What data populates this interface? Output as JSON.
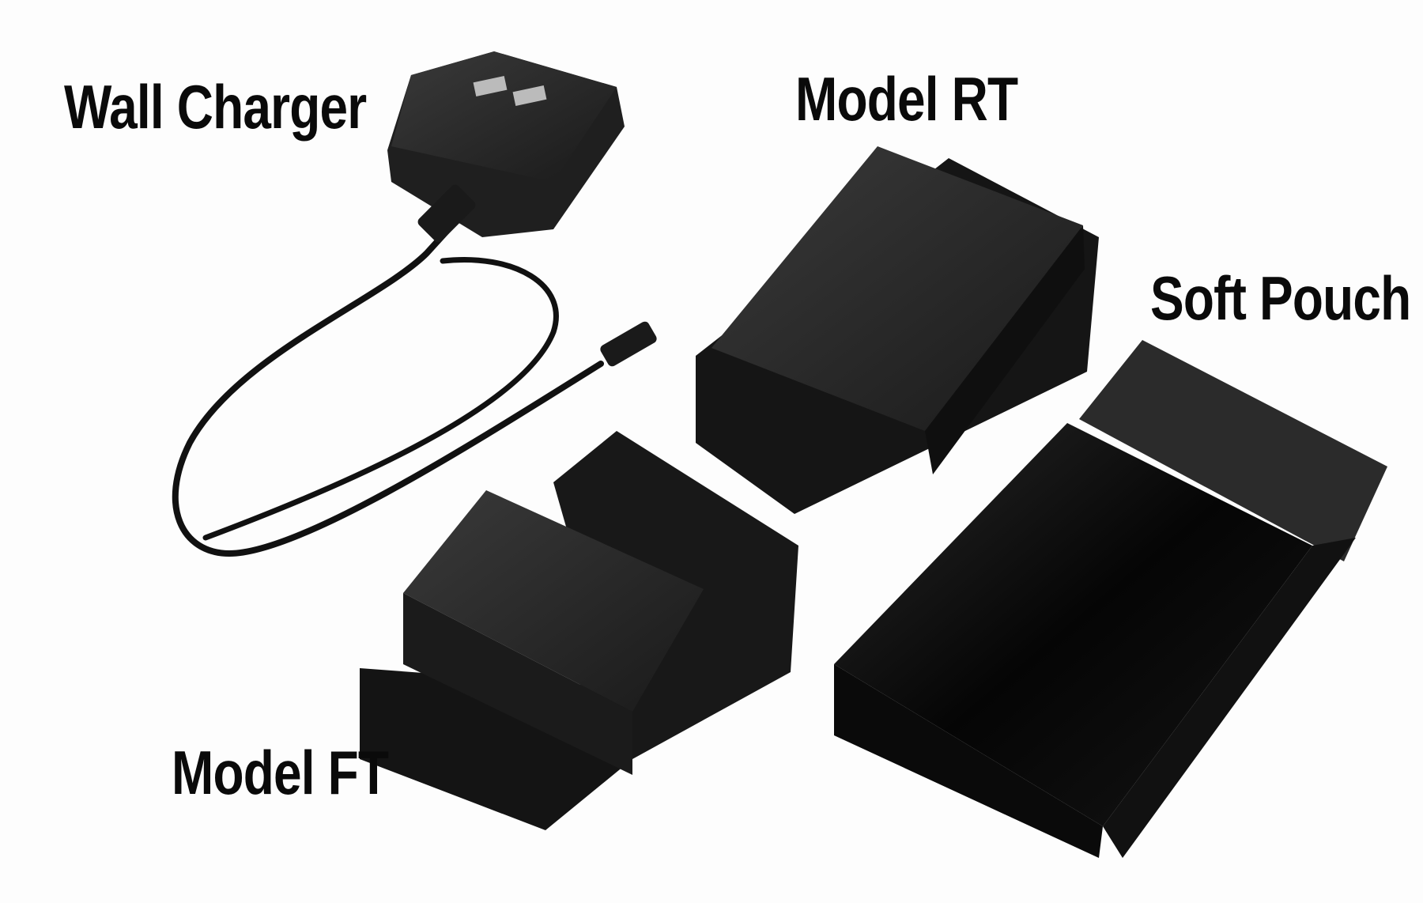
{
  "labels": {
    "wall_charger": "Wall Charger",
    "model_rt": "Model RT",
    "soft_pouch": "Soft Pouch",
    "model_ft": "Model FT"
  },
  "colors": {
    "background": "#fdfdfd",
    "product": "#1c1c1c",
    "label_text": "#0a0a0a"
  }
}
